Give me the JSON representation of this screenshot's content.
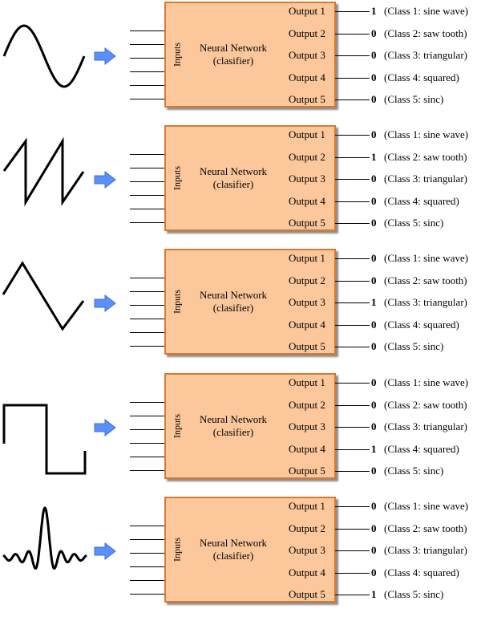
{
  "panels": [
    {
      "waveform_icon": "sine-wave-icon",
      "inputs_label": "Inputs",
      "network_title": "Neural Network",
      "network_subtitle": "(clasifier)",
      "outputs": [
        {
          "label": "Output 1",
          "value": "1",
          "class_label": "(Class 1: sine wave)"
        },
        {
          "label": "Output 2",
          "value": "0",
          "class_label": "(Class 2: saw tooth)"
        },
        {
          "label": "Output 3",
          "value": "0",
          "class_label": "(Class 3: triangular)"
        },
        {
          "label": "Output 4",
          "value": "0",
          "class_label": "(Class 4: squared)"
        },
        {
          "label": "Output 5",
          "value": "0",
          "class_label": "(Class 5: sinc)"
        }
      ]
    },
    {
      "waveform_icon": "sawtooth-wave-icon",
      "inputs_label": "Inputs",
      "network_title": "Neural Network",
      "network_subtitle": "(clasifier)",
      "outputs": [
        {
          "label": "Output 1",
          "value": "0",
          "class_label": "(Class 1: sine wave)"
        },
        {
          "label": "Output 2",
          "value": "1",
          "class_label": "(Class 2: saw tooth)"
        },
        {
          "label": "Output 3",
          "value": "0",
          "class_label": "(Class 3: triangular)"
        },
        {
          "label": "Output 4",
          "value": "0",
          "class_label": "(Class 4: squared)"
        },
        {
          "label": "Output 5",
          "value": "0",
          "class_label": "(Class 5: sinc)"
        }
      ]
    },
    {
      "waveform_icon": "triangular-wave-icon",
      "inputs_label": "Inputs",
      "network_title": "Neural Network",
      "network_subtitle": "(clasifier)",
      "outputs": [
        {
          "label": "Output 1",
          "value": "0",
          "class_label": "(Class 1: sine wave)"
        },
        {
          "label": "Output 2",
          "value": "0",
          "class_label": "(Class 2: saw tooth)"
        },
        {
          "label": "Output 3",
          "value": "1",
          "class_label": "(Class 3: triangular)"
        },
        {
          "label": "Output 4",
          "value": "0",
          "class_label": "(Class 4: squared)"
        },
        {
          "label": "Output 5",
          "value": "0",
          "class_label": "(Class 5: sinc)"
        }
      ]
    },
    {
      "waveform_icon": "square-wave-icon",
      "inputs_label": "Inputs",
      "network_title": "Neural Network",
      "network_subtitle": "(clasifier)",
      "outputs": [
        {
          "label": "Output 1",
          "value": "0",
          "class_label": "(Class 1: sine wave)"
        },
        {
          "label": "Output 2",
          "value": "0",
          "class_label": "(Class 2: saw tooth)"
        },
        {
          "label": "Output 3",
          "value": "0",
          "class_label": "(Class 3: triangular)"
        },
        {
          "label": "Output 4",
          "value": "1",
          "class_label": "(Class 4: squared)"
        },
        {
          "label": "Output 5",
          "value": "0",
          "class_label": "(Class 5: sinc)"
        }
      ]
    },
    {
      "waveform_icon": "sinc-wave-icon",
      "inputs_label": "Inputs",
      "network_title": "Neural Network",
      "network_subtitle": "(clasifier)",
      "outputs": [
        {
          "label": "Output 1",
          "value": "0",
          "class_label": "(Class 1: sine wave)"
        },
        {
          "label": "Output 2",
          "value": "0",
          "class_label": "(Class 2: saw tooth)"
        },
        {
          "label": "Output 3",
          "value": "0",
          "class_label": "(Class 3: triangular)"
        },
        {
          "label": "Output 4",
          "value": "0",
          "class_label": "(Class 4: squared)"
        },
        {
          "label": "Output 5",
          "value": "1",
          "class_label": "(Class 5: sinc)"
        }
      ]
    }
  ],
  "colors": {
    "box_fill": "#fcc89b",
    "box_border": "#d77a30",
    "arrow_fill": "#5b8ff9",
    "line": "#000000"
  }
}
